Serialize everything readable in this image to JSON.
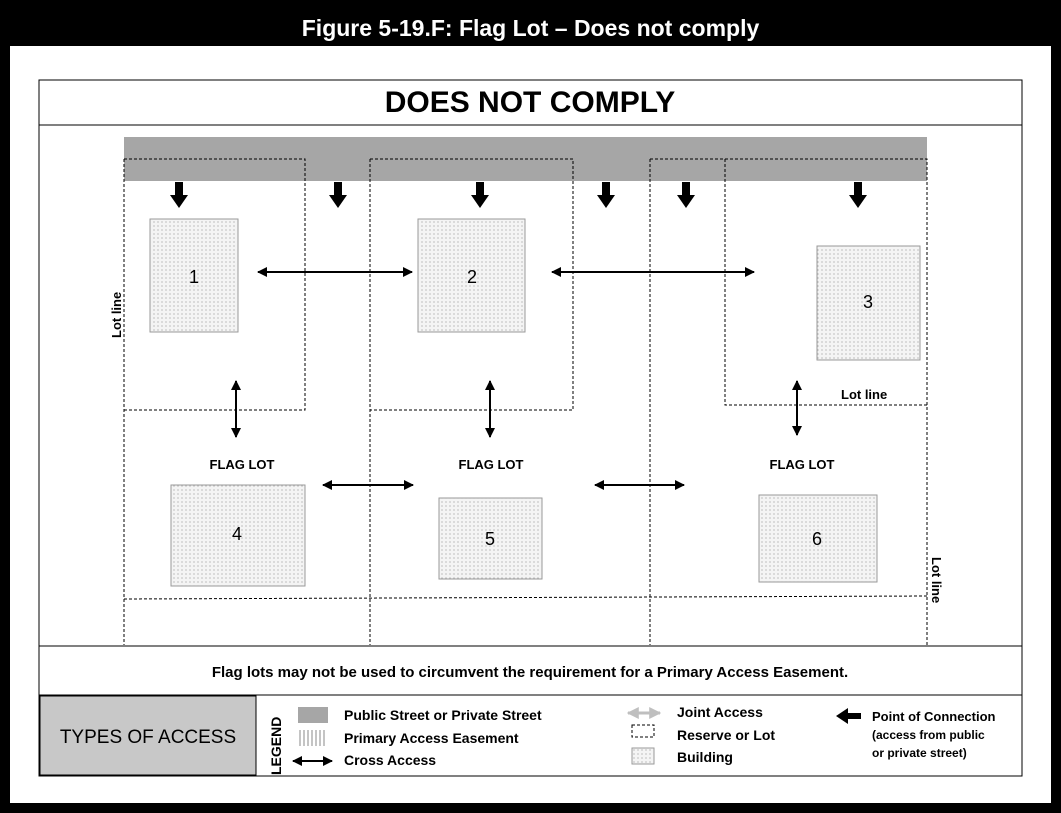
{
  "figure_title": "Figure 5-19.F: Flag Lot – Does not comply",
  "heading": "DOES NOT COMPLY",
  "lots": [
    {
      "number": "1"
    },
    {
      "number": "2"
    },
    {
      "number": "3"
    },
    {
      "number": "4"
    },
    {
      "number": "5"
    },
    {
      "number": "6"
    }
  ],
  "flag_lot_label": "FLAG LOT",
  "lot_line_label": "Lot line",
  "note": "Flag lots may not be used to circumvent the requirement for a Primary Access Easement.",
  "legend": {
    "types_label": "TYPES OF ACCESS",
    "legend_label": "LEGEND",
    "items": {
      "public_street": "Public Street or Private Street",
      "primary_easement": "Primary Access Easement",
      "cross_access": "Cross Access",
      "joint_access": "Joint Access",
      "reserve_lot": "Reserve or Lot",
      "building": "Building",
      "point_of_connection": "Point of Connection",
      "poc_note_line1": "(access from public",
      "poc_note_line2": "or private street)"
    }
  },
  "colors": {
    "street": "#a6a6a6",
    "types_box": "#c8c8c8",
    "building_fill": "#f2f2f2",
    "joint_access": "#bfbfbf"
  }
}
